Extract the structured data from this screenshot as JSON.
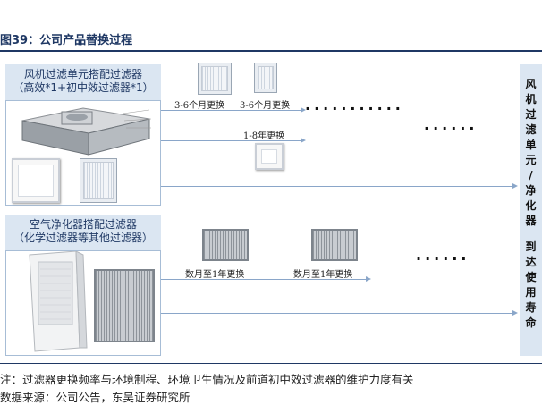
{
  "figure": {
    "title": "图39：公司产品替换过程"
  },
  "row1": {
    "header_line1": "风机过滤单元搭配过滤器",
    "header_line2": "（高效*1+初中效过滤器*1）",
    "labels": [
      "3-6个月更换",
      "3-6个月更换",
      "1-8年更换"
    ],
    "dots_a": "...........",
    "dots_b": "......"
  },
  "row2": {
    "header_line1": "空气净化器搭配过滤器",
    "header_line2": "（化学过滤器等其他过滤器）",
    "labels": [
      "数月至1年更换",
      "数月至1年更换"
    ],
    "dots": "......"
  },
  "result": {
    "chars": [
      "风",
      "机",
      "过",
      "滤",
      "单",
      "元",
      "/",
      "净",
      "化",
      "器",
      "到",
      "达",
      "使",
      "用",
      "寿",
      "命"
    ]
  },
  "footer": {
    "note": "注：过滤器更换频率与环境制程、环境卫生情况及前道初中效过滤器的维护力度有关",
    "source": "数据来源：公司公告，东吴证券研究所"
  },
  "colors": {
    "title": "#1f3864",
    "panel_fill": "#dbe6f2",
    "arrow": "#8aa6c9"
  }
}
